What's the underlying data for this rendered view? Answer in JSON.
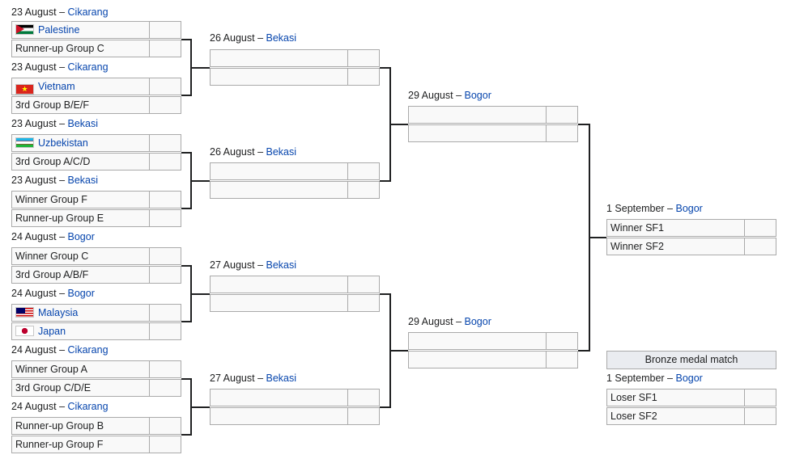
{
  "round_of_16": [
    {
      "date": "23 August",
      "sep": " – ",
      "venue": "Cikarang",
      "teams": [
        {
          "name": "Palestine",
          "flag": "palestine-flag-icon",
          "link": true
        },
        {
          "name": "Runner-up Group C",
          "link": false
        }
      ]
    },
    {
      "date": "23 August",
      "sep": " – ",
      "venue": "Cikarang",
      "teams": [
        {
          "name": "Vietnam",
          "flag": "vietnam-flag-icon",
          "link": true
        },
        {
          "name": "3rd Group B/E/F",
          "link": false
        }
      ]
    },
    {
      "date": "23 August",
      "sep": " – ",
      "venue": "Bekasi",
      "teams": [
        {
          "name": "Uzbekistan",
          "flag": "uzbekistan-flag-icon",
          "link": true
        },
        {
          "name": "3rd Group A/C/D",
          "link": false
        }
      ]
    },
    {
      "date": "23 August",
      "sep": " – ",
      "venue": "Bekasi",
      "teams": [
        {
          "name": "Winner Group F",
          "link": false
        },
        {
          "name": "Runner-up Group E",
          "link": false
        }
      ]
    },
    {
      "date": "24 August",
      "sep": " – ",
      "venue": "Bogor",
      "teams": [
        {
          "name": "Winner Group C",
          "link": false
        },
        {
          "name": "3rd Group A/B/F",
          "link": false
        }
      ]
    },
    {
      "date": "24 August",
      "sep": " – ",
      "venue": "Bogor",
      "teams": [
        {
          "name": "Malaysia",
          "flag": "malaysia-flag-icon",
          "link": true
        },
        {
          "name": "Japan",
          "flag": "japan-flag-icon",
          "link": true
        }
      ]
    },
    {
      "date": "24 August",
      "sep": " – ",
      "venue": "Cikarang",
      "teams": [
        {
          "name": "Winner Group A",
          "link": false
        },
        {
          "name": "3rd Group C/D/E",
          "link": false
        }
      ]
    },
    {
      "date": "24 August",
      "sep": " – ",
      "venue": "Cikarang",
      "teams": [
        {
          "name": "Runner-up Group B",
          "link": false
        },
        {
          "name": "Runner-up Group F",
          "link": false
        }
      ]
    }
  ],
  "quarterfinals": [
    {
      "date": "26 August",
      "sep": " – ",
      "venue": "Bekasi"
    },
    {
      "date": "26 August",
      "sep": " – ",
      "venue": "Bekasi"
    },
    {
      "date": "27 August",
      "sep": " – ",
      "venue": "Bekasi"
    },
    {
      "date": "27 August",
      "sep": " – ",
      "venue": "Bekasi"
    }
  ],
  "semifinals": [
    {
      "date": "29 August",
      "sep": " – ",
      "venue": "Bogor"
    },
    {
      "date": "29 August",
      "sep": " – ",
      "venue": "Bogor"
    }
  ],
  "final": {
    "date": "1 September",
    "sep": " – ",
    "venue": "Bogor",
    "teams": [
      "Winner SF1",
      "Winner SF2"
    ]
  },
  "bronze": {
    "title": "Bronze medal match",
    "date": "1 September",
    "sep": " – ",
    "venue": "Bogor",
    "teams": [
      "Loser SF1",
      "Loser SF2"
    ]
  },
  "colors": {
    "link": "#0645ad",
    "cell_bg": "#f9f9f9",
    "cell_border": "#aaaaaa",
    "header_bg": "#eaecf0",
    "line": "#202122"
  }
}
